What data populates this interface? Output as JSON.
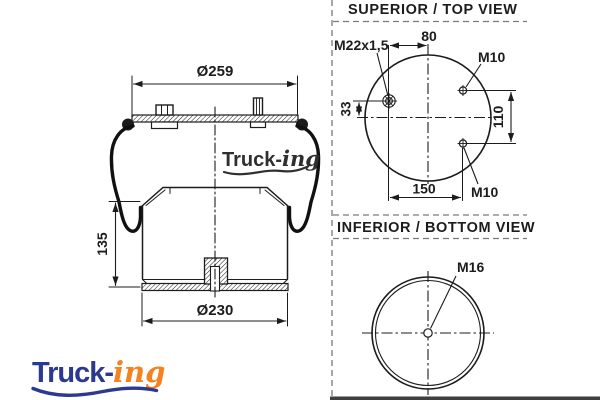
{
  "colors": {
    "line": "#1c1c1c",
    "dashed_divider": "#7a7a7a",
    "logo_navy": "#2b3990",
    "logo_orange": "#f58220",
    "watermark_gray": "#2f2f2f"
  },
  "side_view": {
    "dim_top_plate_diameter": "Ø259",
    "dim_height": "135",
    "dim_piston_diameter": "Ø230",
    "watermark": {
      "word1": "Truck-",
      "word2": "ing"
    }
  },
  "top_view": {
    "title": "SUPERIOR / TOP VIEW",
    "label_air_port": "M22x1,5",
    "label_stud_upper": "M10",
    "label_stud_lower": "M10",
    "dim_port_offset": "80",
    "dim_port_height": "33",
    "dim_stud_spacing": "110",
    "dim_hole_span": "150"
  },
  "bottom_view": {
    "title": "INFERIOR / BOTTOM VIEW",
    "label_center_bolt": "M16"
  },
  "logo": {
    "word1": "Truck-",
    "word2": "ing"
  }
}
